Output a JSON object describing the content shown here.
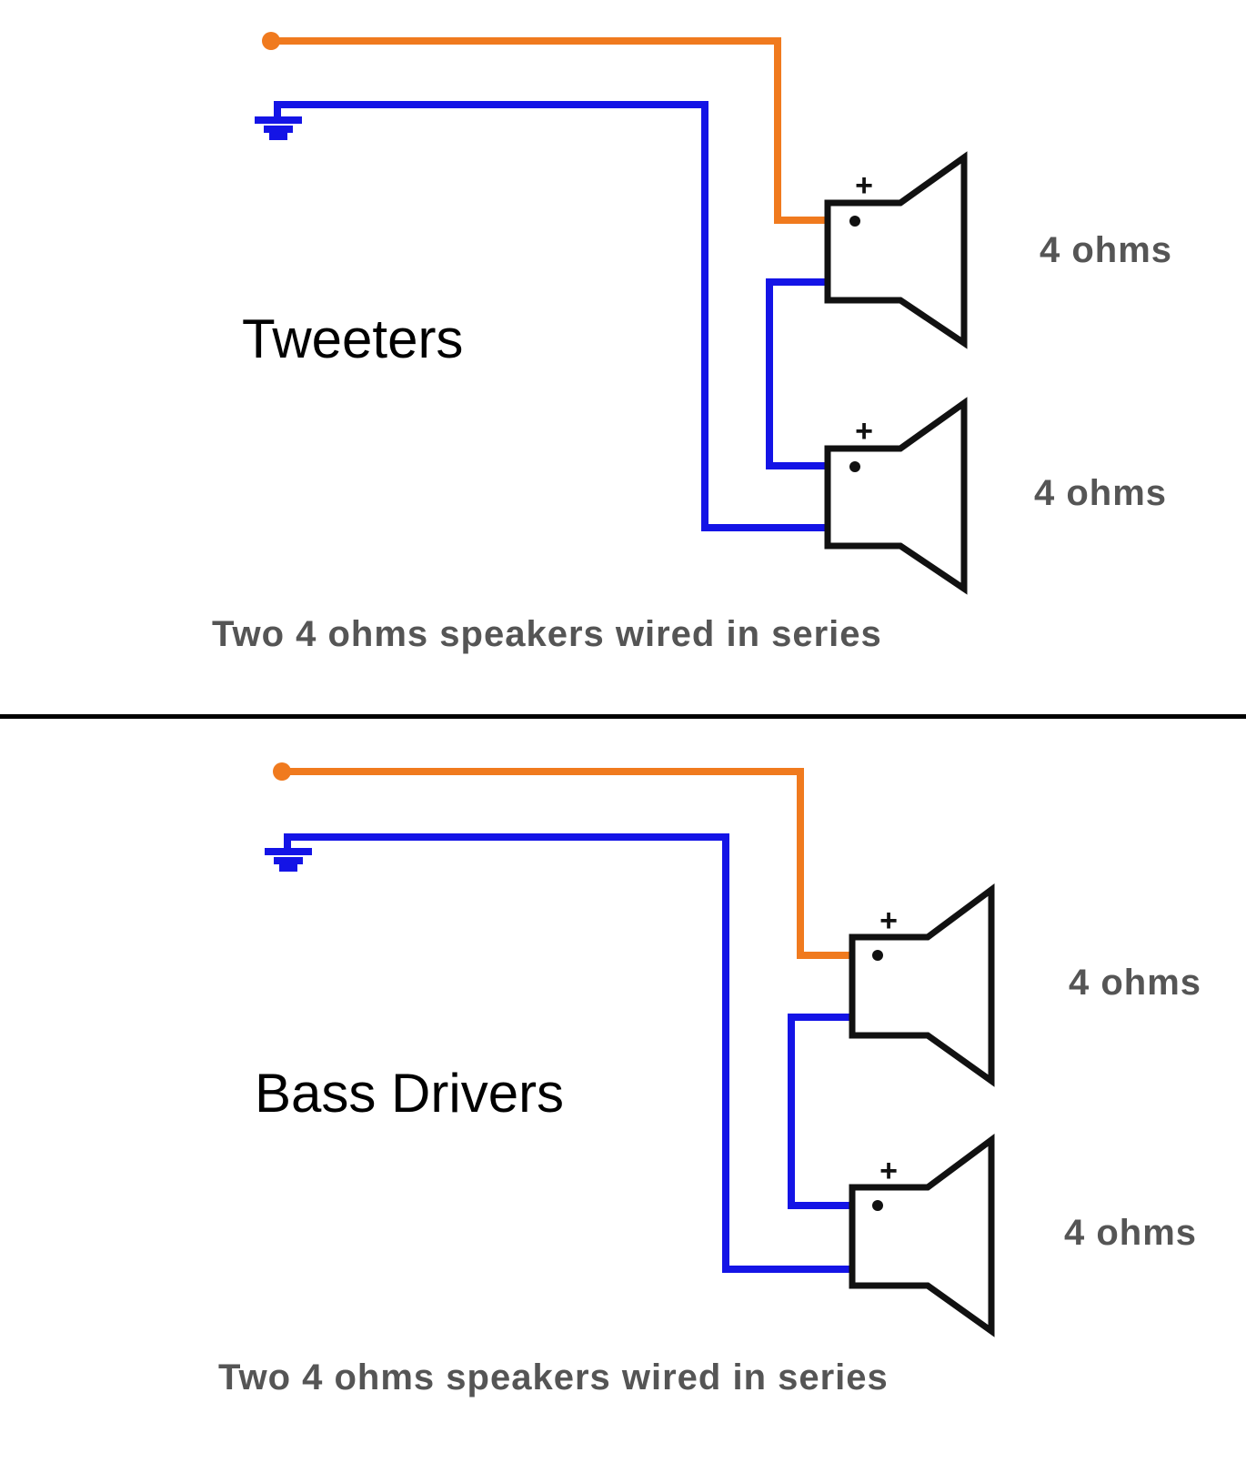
{
  "colors": {
    "positive_wire": "#f07a1e",
    "negative_wire": "#1414e6",
    "speaker_outline": "#111111",
    "divider": "#000000",
    "label_text": "#555555"
  },
  "panels": [
    {
      "title": "Tweeters",
      "speakers": [
        {
          "impedance_label": "4 ohms",
          "plus_sign": "+"
        },
        {
          "impedance_label": "4 ohms",
          "plus_sign": "+"
        }
      ],
      "caption": "Two 4 ohms speakers wired in series"
    },
    {
      "title": "Bass Drivers",
      "speakers": [
        {
          "impedance_label": "4 ohms",
          "plus_sign": "+"
        },
        {
          "impedance_label": "4 ohms",
          "plus_sign": "+"
        }
      ],
      "caption": "Two 4 ohms speakers wired in series"
    }
  ]
}
